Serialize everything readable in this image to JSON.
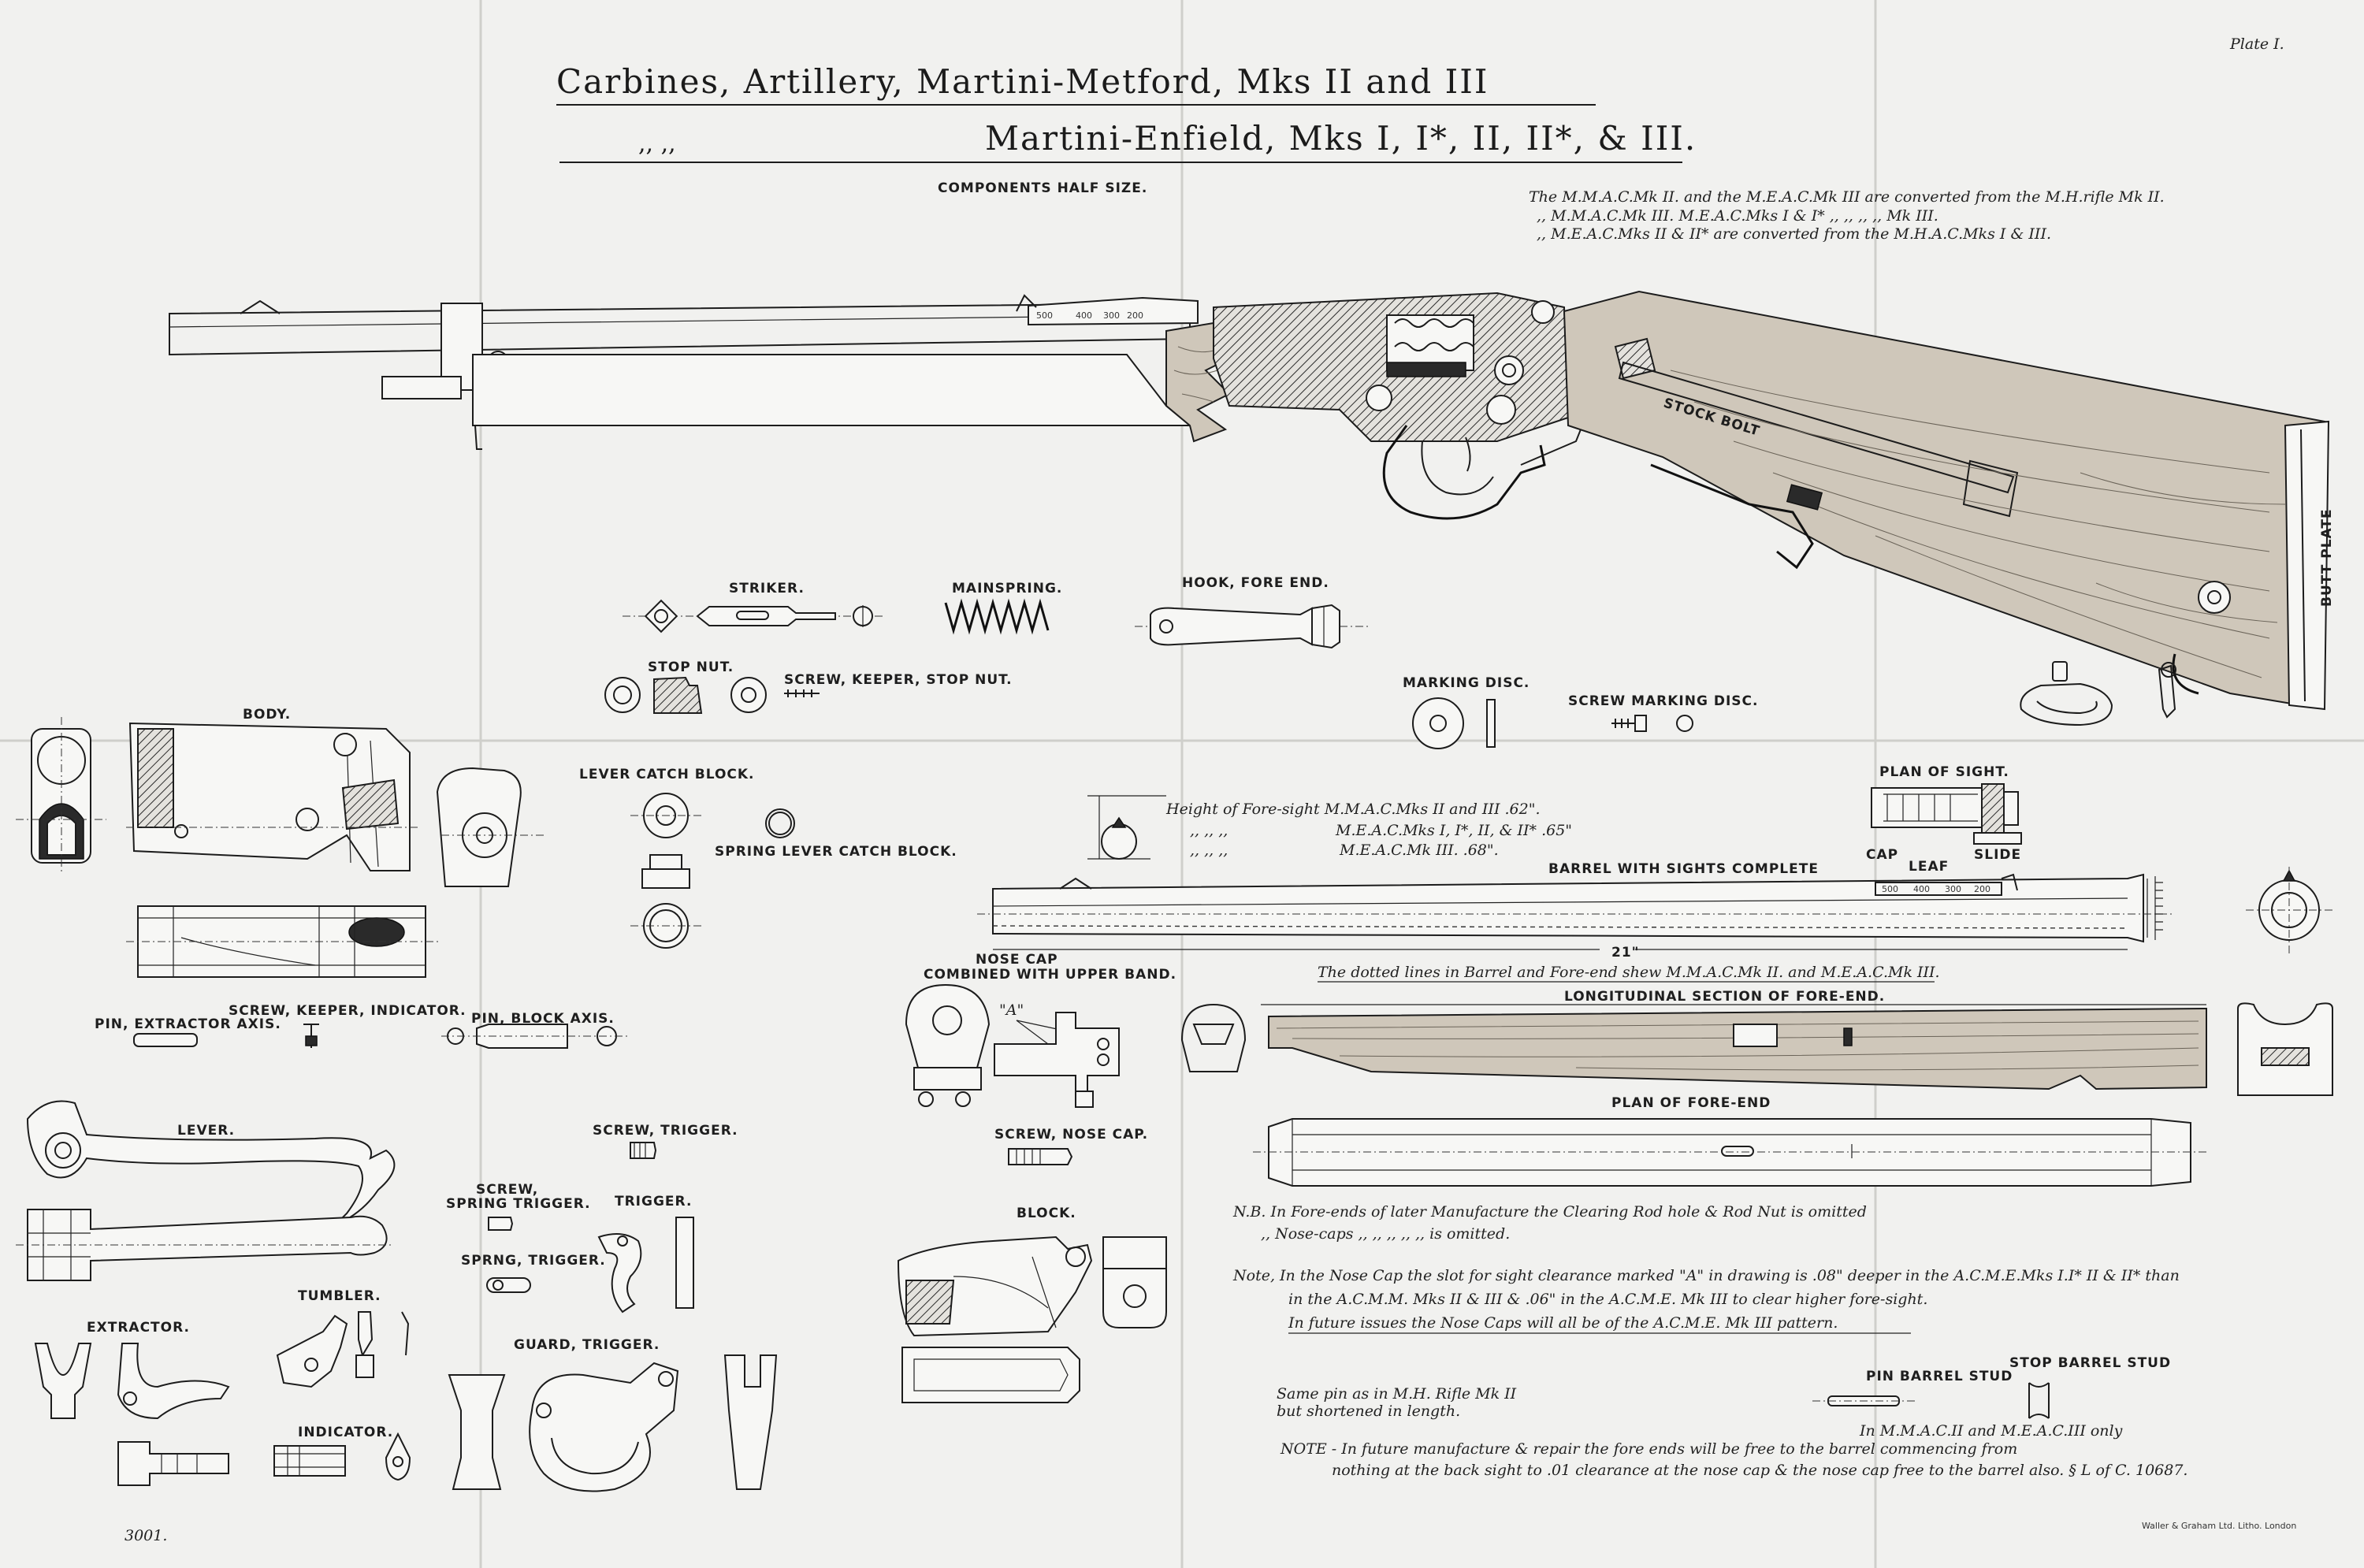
{
  "plate": {
    "plate_label": "Plate I.",
    "title_line1": "Carbines, Artillery, Martini-Metford, Mks II and III",
    "title_line2_ditto": ",,          ,,",
    "title_line2": "Martini-Enfield, Mks I, I*, II, II*, & III.",
    "subtitle": "COMPONENTS HALF SIZE.",
    "conversion_notes": [
      "The M.M.A.C.Mk II. and the M.E.A.C.Mk III are converted from the M.H.rifle Mk II.",
      ",, M.M.A.C.Mk III. M.E.A.C.Mks I & I*        ,,        ,,        ,,        ,,    Mk III.",
      ",, M.E.A.C.Mks II & II* are converted from the M.H.A.C.Mks I & III."
    ],
    "print_number": "3001.",
    "printer": "Waller & Graham Ltd. Litho. London"
  },
  "labels": {
    "stock_bolt": "STOCK BOLT",
    "butt_plate": "BUTT PLATE",
    "striker": "STRIKER.",
    "mainspring": "MAINSPRING.",
    "hook_fore_end": "HOOK, FORE END.",
    "stop_nut": "STOP NUT.",
    "screw_keeper_stop_nut": "SCREW, KEEPER, STOP NUT.",
    "marking_disc": "MARKING DISC.",
    "screw_marking_disc": "SCREW MARKING DISC.",
    "body": "BODY.",
    "lever_catch_block": "LEVER CATCH BLOCK.",
    "spring_lever_catch_block": "SPRING LEVER CATCH BLOCK.",
    "plan_of_sight": "PLAN OF SIGHT.",
    "cap": "CAP",
    "leaf": "LEAF",
    "slide": "SLIDE",
    "barrel_with_sights": "BARREL WITH SIGHTS COMPLETE",
    "barrel_length": "21\"",
    "nose_cap_1": "NOSE CAP",
    "nose_cap_2": "COMBINED WITH UPPER BAND.",
    "nose_cap_a": "\"A\"",
    "screw_keeper_indicator": "SCREW, KEEPER, INDICATOR.",
    "pin_extractor_axis": "PIN, EXTRACTOR AXIS.",
    "pin_block_axis": "PIN, BLOCK AXIS.",
    "longitudinal_section": "LONGITUDINAL SECTION OF FORE-END.",
    "plan_of_fore_end": "PLAN OF FORE-END",
    "screw_nose_cap": "SCREW, NOSE CAP.",
    "lever": "LEVER.",
    "screw_trigger": "SCREW, TRIGGER.",
    "screw_spring_trigger_1": "SCREW,",
    "screw_spring_trigger_2": "SPRING TRIGGER.",
    "trigger": "TRIGGER.",
    "spring_trigger": "SPRNG, TRIGGER.",
    "block": "BLOCK.",
    "tumbler": "TUMBLER.",
    "extractor": "EXTRACTOR.",
    "guard_trigger": "GUARD, TRIGGER.",
    "indicator": "INDICATOR.",
    "pin_barrel_stud": "PIN BARREL STUD",
    "stop_barrel_stud": "STOP BARREL STUD"
  },
  "sight_marks": [
    "500",
    "400",
    "300",
    "200"
  ],
  "foresight_heights": {
    "line1": "Height of Fore-sight M.M.A.C.Mks II and III .62\".",
    "line2_ditto": ",,        ,,        ,,",
    "line2": "M.E.A.C.Mks I, I*, II, & II*  .65\"",
    "line3_ditto": ",,        ,,        ,,",
    "line3": "M.E.A.C.Mk III. .68\"."
  },
  "notes": {
    "dotted_lines": "The dotted lines in Barrel and Fore-end shew M.M.A.C.Mk II. and M.E.A.C.Mk III.",
    "nb_line1": "N.B. In Fore-ends of later Manufacture the Clearing Rod hole & Rod Nut is omitted",
    "nb_line2": ",, Nose-caps    ,,        ,,        ,,        ,,        ,,   is omitted.",
    "note_line1": "Note, In the Nose Cap the slot for sight clearance marked \"A\" in drawing is .08\" deeper in the A.C.M.E.Mks I.I* II & II* than",
    "note_line2": "in the A.C.M.M. Mks II & III & .06\" in the A.C.M.E. Mk III to clear higher fore-sight.",
    "note_line3": "In future issues the Nose Caps will all be of the A.C.M.E. Mk III pattern.",
    "same_pin_1": "Same pin as in M.H. Rifle Mk II",
    "same_pin_2": "but shortened in length.",
    "in_mmac": "In M.M.A.C.II and M.E.A.C.III only",
    "future_line1": "NOTE - In future manufacture & repair the fore ends will be free to the barrel commencing from",
    "future_line2": "nothing at the back sight to .01 clearance at the nose cap & the nose cap free to the barrel also. § L of C. 10687."
  }
}
